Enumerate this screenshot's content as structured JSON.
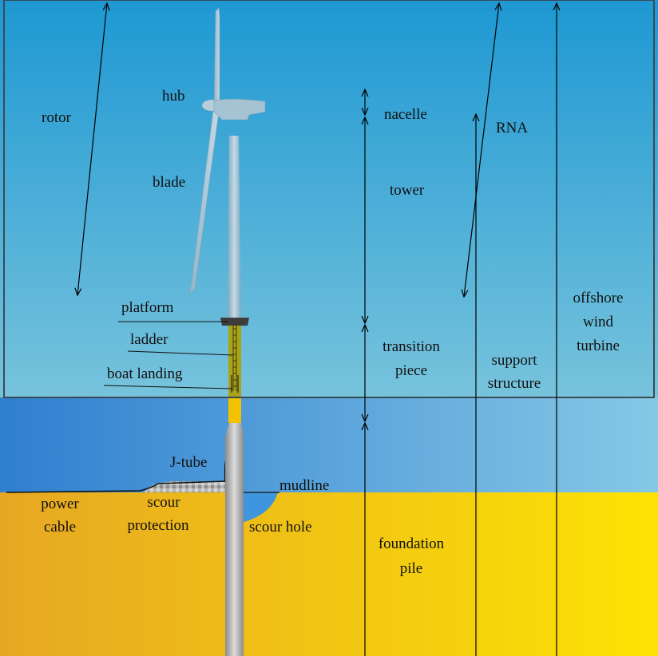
{
  "labels": {
    "rotor": "rotor",
    "hub": "hub",
    "blade": "blade",
    "nacelle": "nacelle",
    "rna": "RNA",
    "tower": "tower",
    "platform": "platform",
    "ladder": "ladder",
    "boat_landing": "boat landing",
    "transition_piece_1": "transition",
    "transition_piece_2": "piece",
    "support_structure_1": "support",
    "support_structure_2": "structure",
    "offshore_wind_turbine_1": "offshore",
    "offshore_wind_turbine_2": "wind",
    "offshore_wind_turbine_3": "turbine",
    "j_tube": "J-tube",
    "mudline": "mudline",
    "power_cable_1": "power",
    "power_cable_2": "cable",
    "scour_protection_1": "scour",
    "scour_protection_2": "protection",
    "scour_hole": "scour hole",
    "foundation_pile_1": "foundation",
    "foundation_pile_2": "pile"
  },
  "colors": {
    "sky_top": "#1e98d3",
    "sky_bottom": "#77c3dc",
    "sea_left": "#2f7fd0",
    "sea_right": "#86c8e6",
    "seabed_left": "#e6a723",
    "seabed_right": "#fde304",
    "tower": "#a9c6d6",
    "transition_piece": "#a9a417",
    "yellow_band": "#f2c200",
    "pile": "#b8b8b8"
  }
}
